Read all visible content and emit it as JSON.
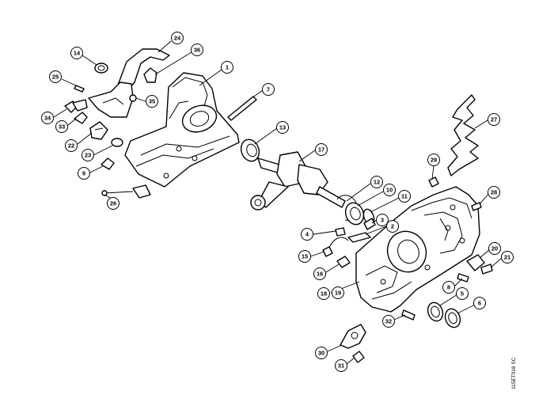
{
  "reference_code": "115ET018 SC",
  "callouts": [
    "14",
    "24",
    "36",
    "25",
    "1",
    "35",
    "34",
    "33",
    "7",
    "13",
    "22",
    "23",
    "17",
    "27",
    "9",
    "29",
    "26",
    "12",
    "10",
    "11",
    "28",
    "3",
    "2",
    "4",
    "15",
    "16",
    "20",
    "21",
    "8",
    "18",
    "19",
    "5",
    "6",
    "32",
    "30",
    "31"
  ]
}
